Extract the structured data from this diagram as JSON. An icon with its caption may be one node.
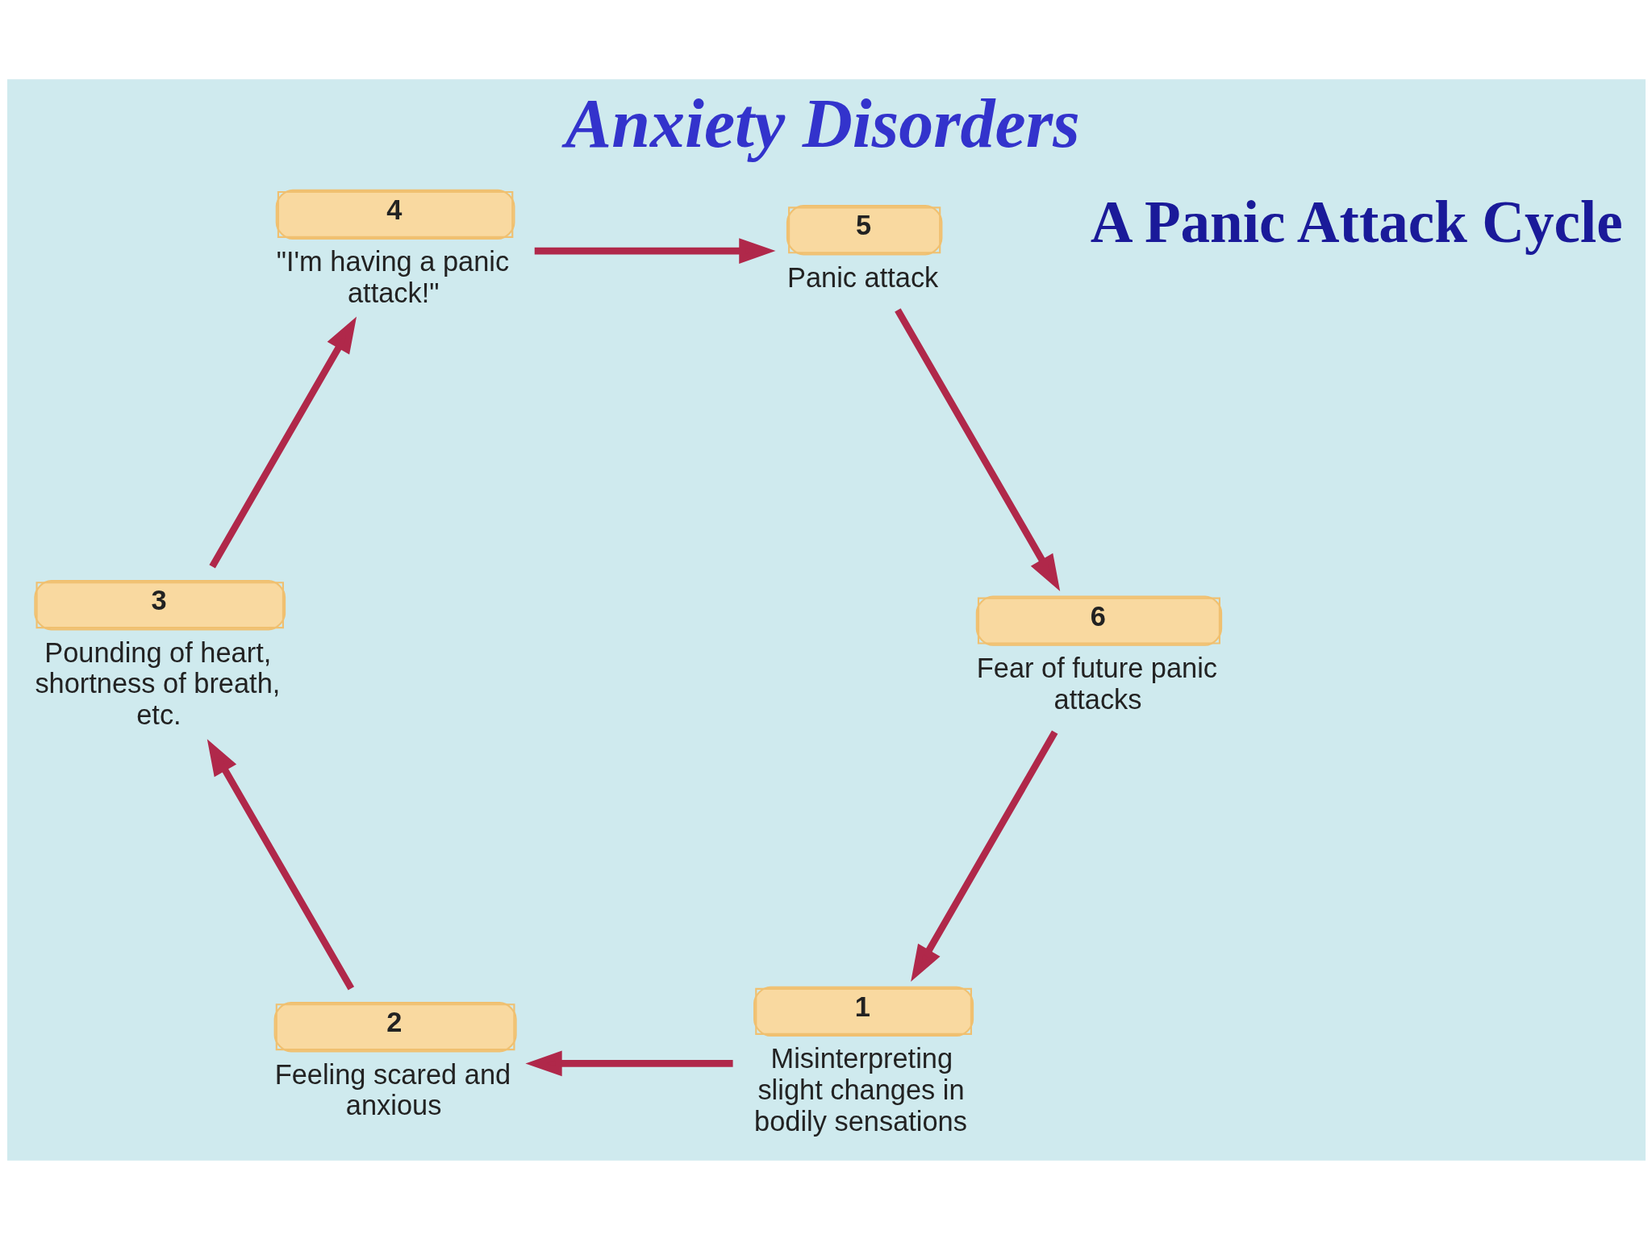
{
  "diagram": {
    "title": "Anxiety Disorders",
    "nodes": [
      {
        "text": [
          "1",
          "Misinterpreting slight changes in bodily sensations"
        ]
      },
      {
        "text": [
          "2",
          "Feeling scared and anxious"
        ]
      },
      {
        "text": [
          "3",
          "Pounding of heart, shortness of breath, etc."
        ]
      },
      {
        "text": [
          "4",
          "\"I'm having a panic attack!\""
        ]
      },
      {
        "text": [
          "5",
          "Panic attack"
        ]
      },
      {
        "text": [
          "6",
          "Fear of future panic attacks"
        ]
      }
    ],
    "edges": [
      {
        "from": 0,
        "to": 1,
        "arrow": "to"
      },
      {
        "from": 1,
        "to": 2,
        "arrow": "to"
      },
      {
        "from": 2,
        "to": 3,
        "arrow": "to"
      },
      {
        "from": 3,
        "to": 4,
        "arrow": "to"
      },
      {
        "from": 4,
        "to": 5,
        "arrow": "to"
      },
      {
        "from": 5,
        "to": 0,
        "arrow": "to"
      }
    ],
    "labels": [
      "A Panic Attack Cycle"
    ]
  }
}
